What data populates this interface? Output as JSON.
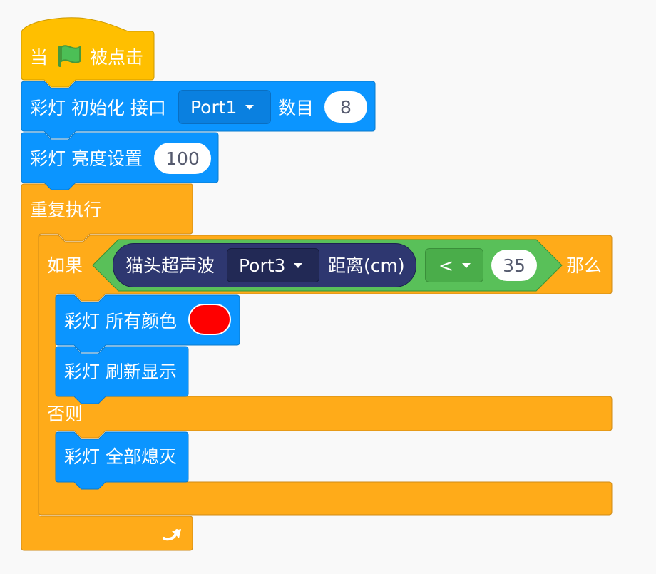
{
  "event_block": {
    "prefix": "当",
    "suffix": "被点击",
    "flag_icon": "green-flag-icon"
  },
  "init_block": {
    "label_main": "彩灯 初始化 接口",
    "port": "Port1",
    "label_count": "数目",
    "count": "8"
  },
  "brightness_block": {
    "label": "彩灯 亮度设置",
    "value": "100"
  },
  "forever_block": {
    "label": "重复执行",
    "loop_icon": "loop-arrow-icon"
  },
  "if_block": {
    "label_if": "如果",
    "sensor_label": "猫头超声波",
    "sensor_port": "Port3",
    "sensor_unit": "距离(cm)",
    "operator": "<",
    "threshold": "35",
    "label_then": "那么",
    "label_else": "否则"
  },
  "set_color_block": {
    "label": "彩灯 所有颜色",
    "color": "#ff0000"
  },
  "refresh_block": {
    "label": "彩灯 刷新显示"
  },
  "off_block": {
    "label": "彩灯 全部熄灭"
  },
  "colors": {
    "events": "#ffbf00",
    "lights": "#0b95ff",
    "control": "#ffab19",
    "operators": "#59c059",
    "sensor": "#2e3770"
  }
}
